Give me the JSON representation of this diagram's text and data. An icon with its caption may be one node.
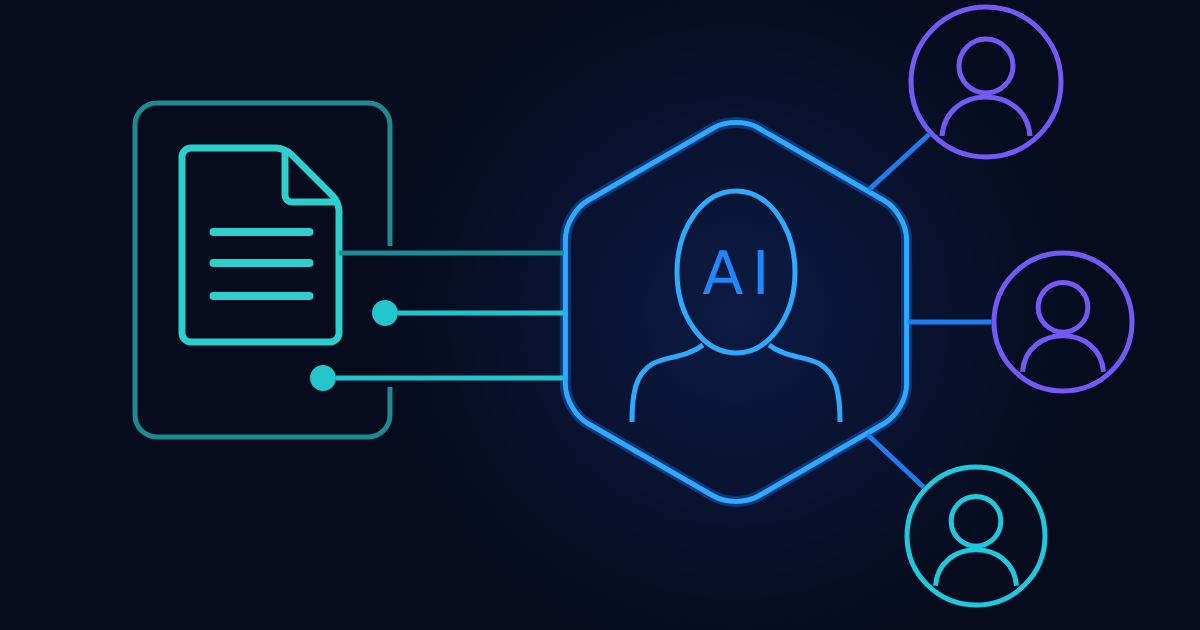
{
  "diagram": {
    "nodes": [
      {
        "text": [],
        "shape": "box"
      },
      {
        "text": [],
        "shape": "document",
        "in": 0
      },
      {
        "text": [],
        "shape": "dot"
      },
      {
        "text": [],
        "shape": "dot",
        "in": 0
      },
      {
        "text": [],
        "shape": "hexagon"
      },
      {
        "text": [
          "AI"
        ],
        "in": 4
      },
      {
        "text": [],
        "shape": "person"
      },
      {
        "text": [],
        "shape": "person"
      },
      {
        "text": [],
        "shape": "person"
      }
    ],
    "edges": [
      {
        "from": 1,
        "to": 4,
        "arrow": "none",
        "color": "#1f8c93"
      },
      {
        "from": 2,
        "to": 4,
        "arrow": "none",
        "color": "#21c4cc"
      },
      {
        "from": 3,
        "to": 4,
        "arrow": "none",
        "color": "#21c4cc"
      },
      {
        "from": 4,
        "to": 6,
        "arrow": "none"
      },
      {
        "from": 4,
        "to": 7,
        "arrow": "none"
      },
      {
        "from": 4,
        "to": 8,
        "arrow": "none"
      }
    ]
  }
}
